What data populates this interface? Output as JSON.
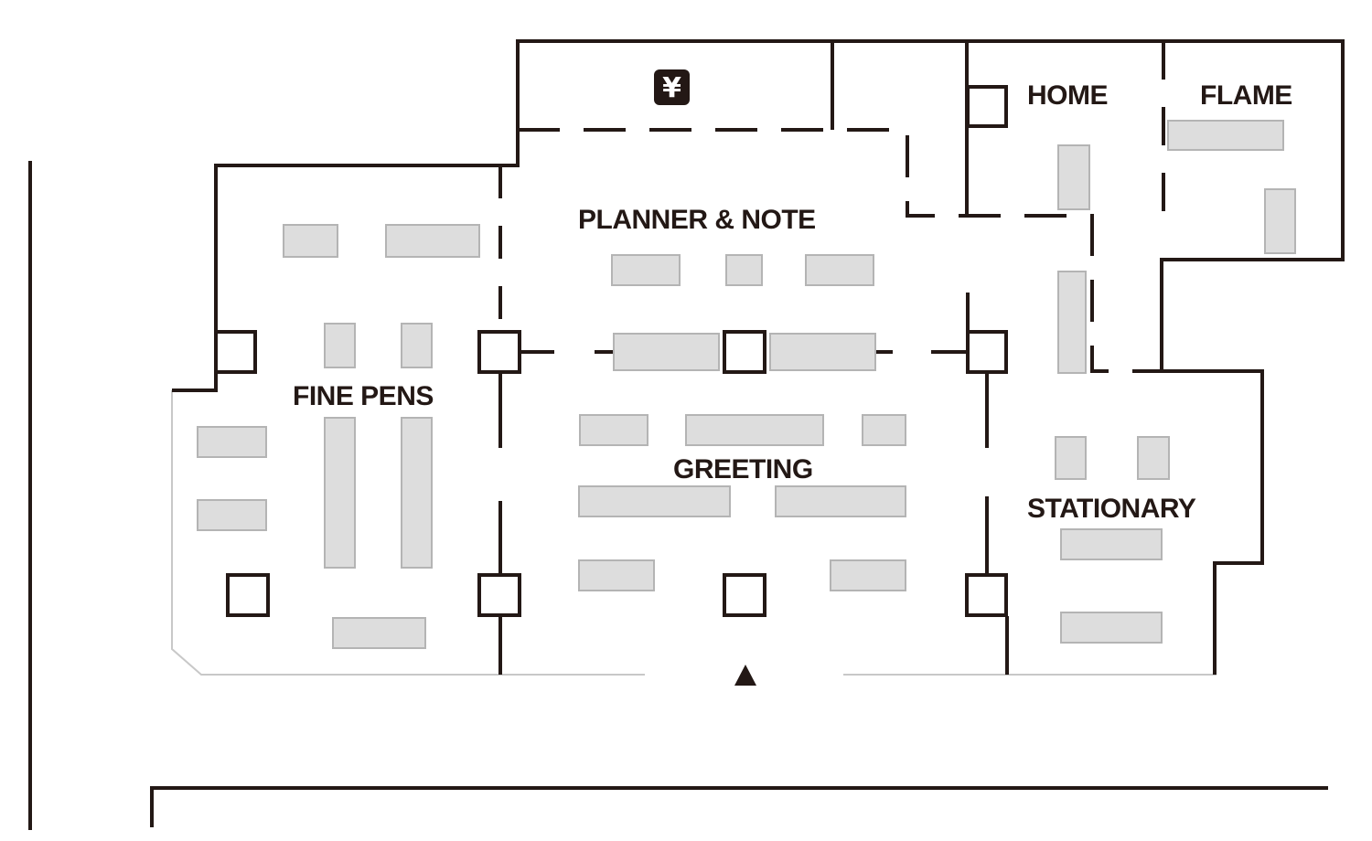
{
  "map": {
    "colors": {
      "wall": "#231815",
      "shelf_fill": "#dddddd",
      "shelf_stroke": "#b4b4b4",
      "outline": "#c8c8c8"
    },
    "areas": {
      "planner_note": "PLANNER & NOTE",
      "home": "HOME",
      "flame": "FLAME",
      "fine_pens": "FINE PENS",
      "greeting": "GREETING",
      "stationary": "STATIONARY"
    },
    "register": {
      "icon": "yen-register-icon",
      "glyph": "¥"
    },
    "entrance": {
      "icon": "entrance-arrow-icon",
      "glyph": "▲"
    }
  }
}
